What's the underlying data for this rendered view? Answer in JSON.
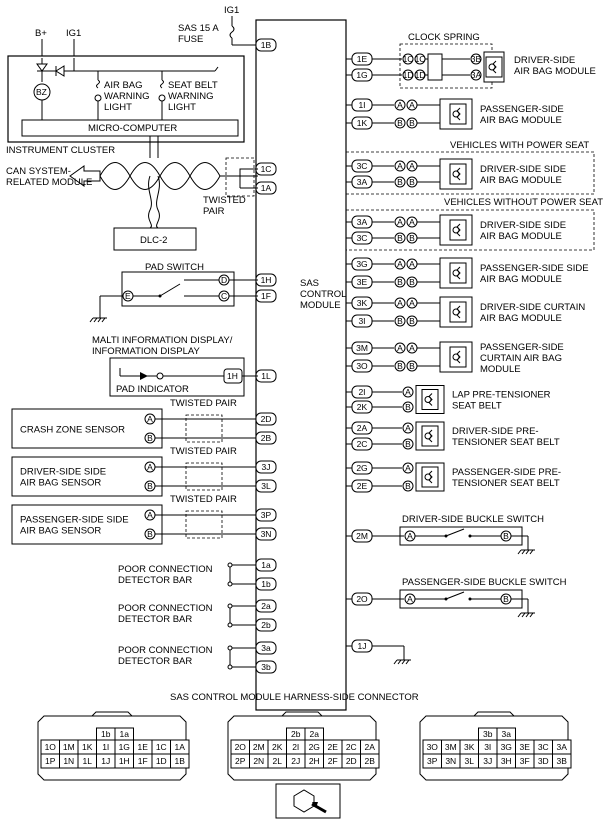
{
  "power": {
    "ig1_top": "IG1",
    "fuse": "SAS 15 A",
    "fuse2": "FUSE",
    "bplus": "B+",
    "ig1_left": "IG1"
  },
  "module": {
    "line1": "SAS",
    "line2": "CONTROL",
    "line3": "MODULE"
  },
  "cluster": {
    "title": "INSTRUMENT CLUSTER",
    "micro": "MICRO-COMPUTER",
    "bz": "BZ",
    "airbag_l1": "AIR BAG",
    "airbag_l2": "WARNING",
    "airbag_l3": "LIGHT",
    "seatbelt_l1": "SEAT BELT",
    "seatbelt_l2": "WARNING",
    "seatbelt_l3": "LIGHT"
  },
  "can": {
    "l1": "CAN SYSTEM-",
    "l2": "RELATED MODULE",
    "twisted1": "TWISTED",
    "twisted2": "PAIR"
  },
  "dlc": "DLC-2",
  "pad": {
    "title": "PAD SWITCH",
    "e": "E",
    "d": "D",
    "c": "C"
  },
  "mid": {
    "l1": "MALTI INFORMATION DISPLAY/",
    "l2": "INFORMATION DISPLAY",
    "indicator": "PAD INDICATOR",
    "pin": "1H"
  },
  "sensors": {
    "tp": "TWISTED PAIR",
    "crash": "CRASH ZONE SENSOR",
    "drv_l1": "DRIVER-SIDE SIDE",
    "drv_l2": "AIR BAG SENSOR",
    "pas_l1": "PASSENGER-SIDE SIDE",
    "pas_l2": "AIR BAG SENSOR",
    "a": "A",
    "b": "B"
  },
  "bars": {
    "l1": "POOR CONNECTION",
    "l2": "DETECTOR BAR"
  },
  "left_pins": [
    "1B",
    "1C",
    "1A",
    "1H",
    "1F",
    "1L",
    "2D",
    "2B",
    "3J",
    "3L",
    "3P",
    "3N",
    "1a",
    "1b",
    "2a",
    "2b",
    "3a",
    "3b"
  ],
  "right_pins": [
    "1E",
    "1G",
    "1I",
    "1K",
    "3C",
    "3A",
    "3A",
    "3C",
    "3G",
    "3E",
    "3K",
    "3I",
    "3M",
    "3O",
    "2I",
    "2K",
    "2A",
    "2C",
    "2G",
    "2E",
    "2M",
    "2O",
    "1J"
  ],
  "clock": {
    "title": "CLOCK SPRING",
    "p1": "1C",
    "p2": "1D",
    "p3": "1C",
    "p4": "1D",
    "p5": "3B",
    "p6": "3A"
  },
  "right_labels": {
    "drv_ab_l1": "DRIVER-SIDE",
    "drv_ab_l2": "AIR BAG MODULE",
    "pas_ab_l1": "PASSENGER-SIDE",
    "pas_ab_l2": "AIR BAG MODULE",
    "with_power": "VEHICLES WITH POWER SEAT",
    "without_power": "VEHICLES WITHOUT POWER SEAT",
    "drv_side_l1": "DRIVER-SIDE SIDE",
    "drv_side_l2": "AIR BAG MODULE",
    "pas_side_l1": "PASSENGER-SIDE SIDE",
    "pas_side_l2": "AIR BAG MODULE",
    "drv_curt_l1": "DRIVER-SIDE CURTAIN",
    "drv_curt_l2": "AIR BAG MODULE",
    "pas_curt_l1": "PASSENGER-SIDE",
    "pas_curt_l2": "CURTAIN AIR BAG",
    "pas_curt_l3": "MODULE",
    "lap_l1": "LAP PRE-TENSIONER",
    "lap_l2": "SEAT BELT",
    "drv_pre_l1": "DRIVER-SIDE PRE-",
    "drv_pre_l2": "TENSIONER SEAT BELT",
    "pas_pre_l1": "PASSENGER-SIDE PRE-",
    "pas_pre_l2": "TENSIONER SEAT BELT",
    "drv_buckle": "DRIVER-SIDE BUCKLE SWITCH",
    "pas_buckle": "PASSENGER-SIDE BUCKLE SWITCH",
    "a": "A",
    "b": "B"
  },
  "harness": {
    "title": "SAS CONTROL MODULE HARNESS-SIDE CONNECTOR",
    "c1_top": [
      "1b",
      "1a"
    ],
    "c1_r1": [
      "1O",
      "1M",
      "1K",
      "1I",
      "1G",
      "1E",
      "1C",
      "1A"
    ],
    "c1_r2": [
      "1P",
      "1N",
      "1L",
      "1J",
      "1H",
      "1F",
      "1D",
      "1B"
    ],
    "c2_top": [
      "2b",
      "2a"
    ],
    "c2_r1": [
      "2O",
      "2M",
      "2K",
      "2I",
      "2G",
      "2E",
      "2C",
      "2A"
    ],
    "c2_r2": [
      "2P",
      "2N",
      "2L",
      "2J",
      "2H",
      "2F",
      "2D",
      "2B"
    ],
    "c3_top": [
      "3b",
      "3a"
    ],
    "c3_r1": [
      "3O",
      "3M",
      "3K",
      "3I",
      "3G",
      "3E",
      "3C",
      "3A"
    ],
    "c3_r2": [
      "3P",
      "3N",
      "3L",
      "3J",
      "3H",
      "3F",
      "3D",
      "3B"
    ]
  }
}
